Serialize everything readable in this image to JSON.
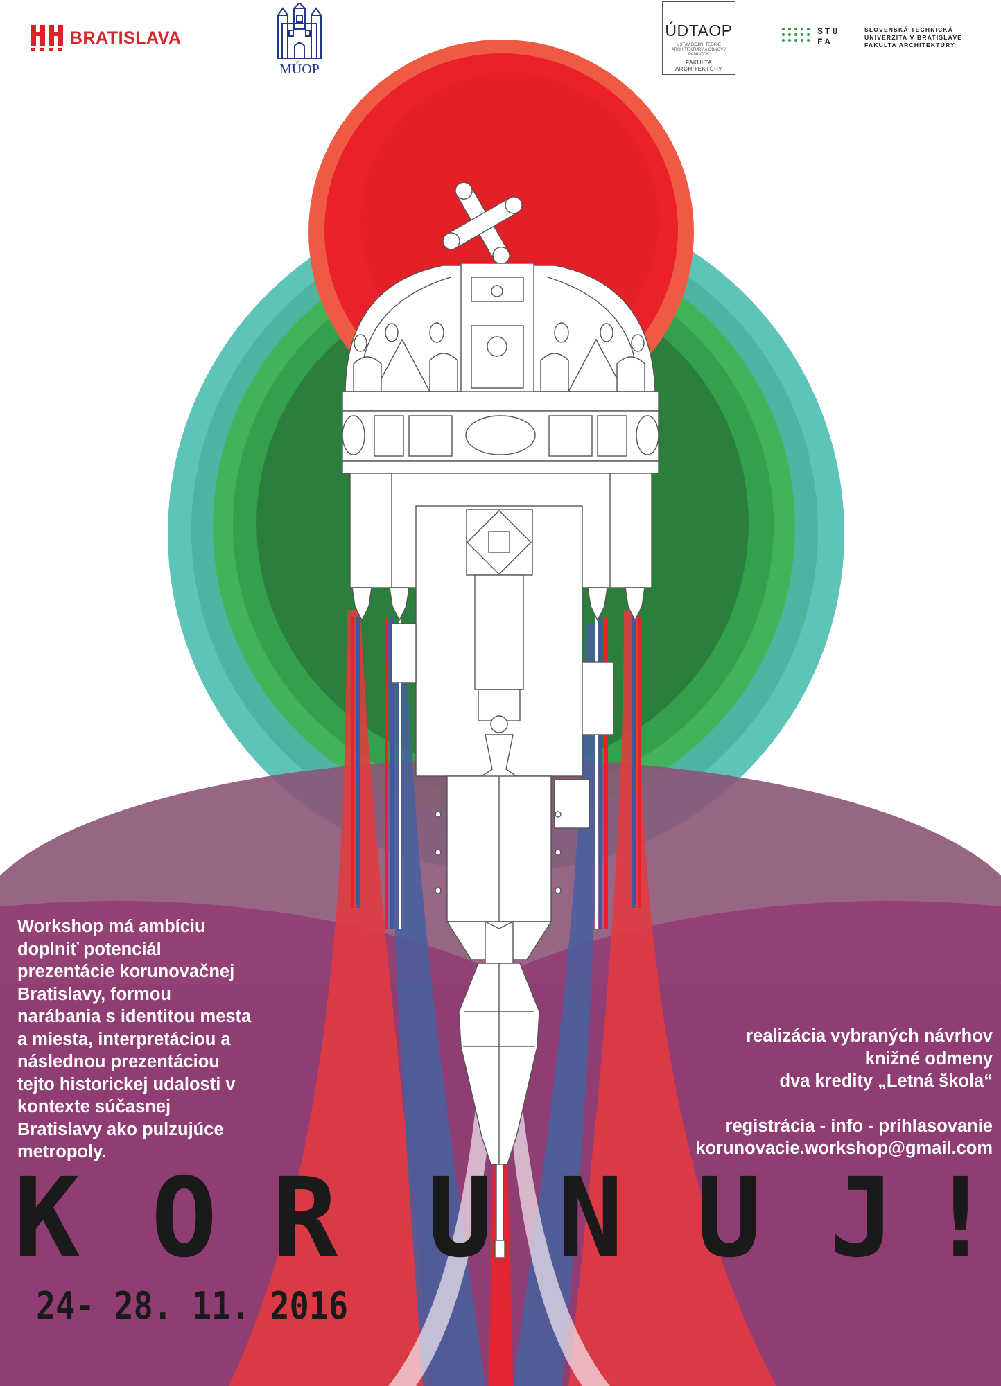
{
  "logos": {
    "bratislava": "BRATISLAVA",
    "muop": "MÚOP",
    "udtaop": {
      "name": "ÚDTAOP",
      "subtitle": "ÚSTAV DEJÍN, TEÓRIE ARCHITEKTÚRY A OBNOVY PAMIATOK",
      "faculty": "FAKULTA ARCHITEKTÚRY"
    },
    "stu": {
      "abbr_top": "STU",
      "abbr_bottom": "FA",
      "name_lines": [
        "SLOVENSKÁ TECHNICKÁ",
        "UNIVERZITA V BRATISLAVE",
        "FAKULTA ARCHITEKTÚRY"
      ]
    }
  },
  "description": "Workshop má ambíciu\ndoplniť potenciál\nprezentácie korunovačnej\nBratislavy, formou\nnarábania s identitou mesta\na miesta, interpretáciou a\nnáslednou prezentáciou\ntejto historickej udalosti  v\nkontexte súčasnej\nBratislavy ako pulzujúce\nmetropoly.",
  "info": {
    "lines": [
      "realizácia vybraných návrhov",
      "knižné odmeny",
      "dva kredity „Letná škola“"
    ],
    "contact_lines": [
      "registrácia - info - prihlasovanie",
      "korunovacie.workshop@gmail.com"
    ]
  },
  "title": "KORUNUJ!",
  "title_letters": [
    "K",
    "O",
    "R",
    "U",
    "N",
    "U",
    "J",
    "!"
  ],
  "date": "24- 28. 11. 2016",
  "colors": {
    "red": "#ea2128",
    "green": "#2e9b49",
    "teal": "#5ec4b8",
    "purple": "#8f3d73",
    "blue": "#3f5aa0",
    "text_dark": "#1a1a1a"
  }
}
